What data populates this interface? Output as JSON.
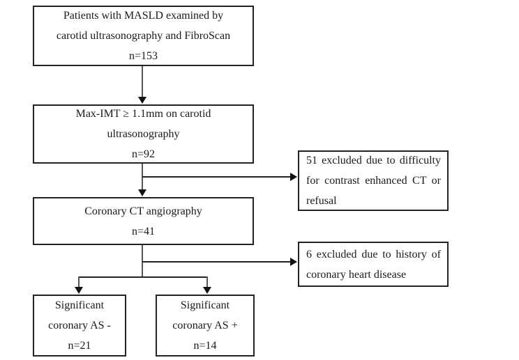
{
  "figure": {
    "type": "flowchart",
    "background_color": "#ffffff",
    "box_border_color": "#222222",
    "connector_line_color": "#555555",
    "arrowhead_color": "#111111",
    "nodes": {
      "masld": {
        "lines": [
          "Patients with MASLD examined by",
          "carotid ultrasonography and FibroScan",
          "n=153"
        ],
        "n": 153
      },
      "imt": {
        "lines": [
          "Max-IMT ≥ 1.1mm on carotid",
          "ultrasonography",
          "n=92"
        ],
        "n": 92
      },
      "cta": {
        "lines": [
          "Coronary CT angiography",
          "n=41"
        ],
        "n": 41
      },
      "excl_ct": {
        "lines": [
          "51 excluded due to difficulty",
          "for contrast enhanced CT or",
          "refusal"
        ],
        "n": 51
      },
      "excl_chd": {
        "lines": [
          "6 excluded due to history of",
          "coronary heart disease"
        ],
        "n": 6
      },
      "as_negative": {
        "lines": [
          "Significant",
          "coronary AS -",
          "n=21"
        ],
        "n": 21
      },
      "as_positive": {
        "lines": [
          "Significant",
          "coronary AS +",
          "n=14"
        ],
        "n": 14
      }
    }
  }
}
